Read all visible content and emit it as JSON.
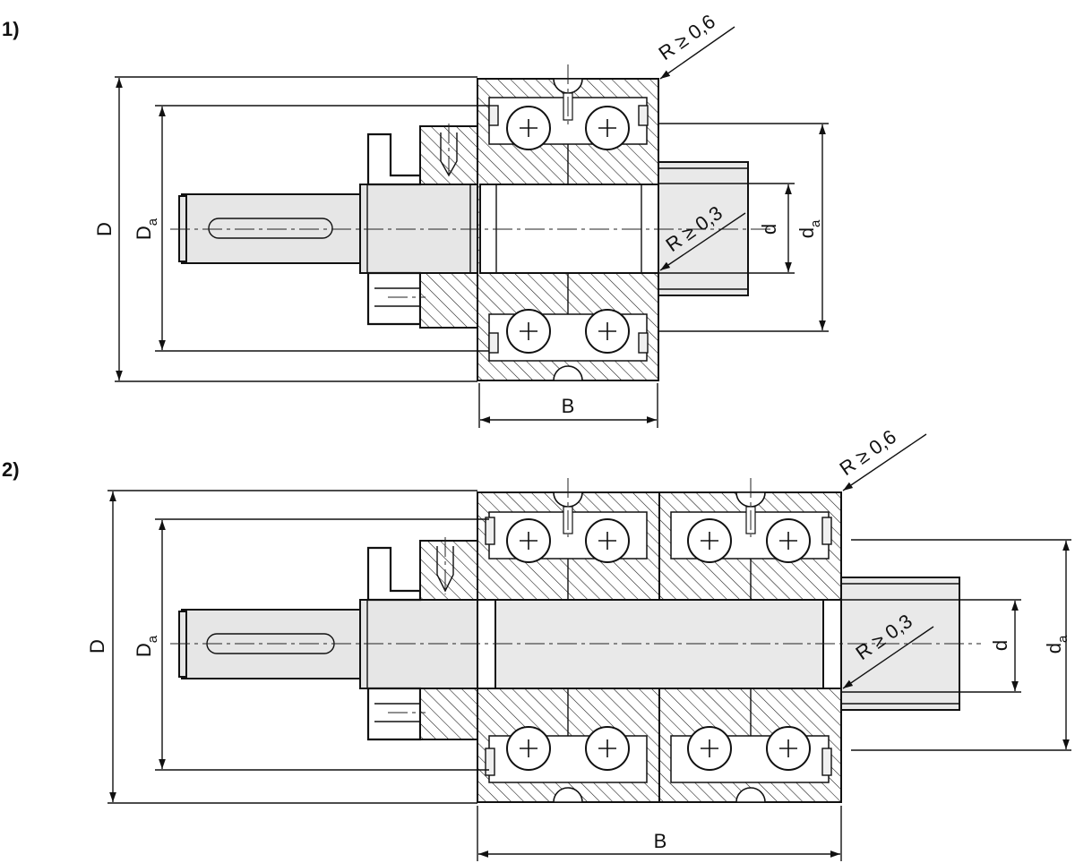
{
  "figures": [
    {
      "label": "1)",
      "dimensions": {
        "D": "D",
        "Da_main": "D",
        "Da_sub": "a",
        "d": "d",
        "da_main": "d",
        "da_sub": "a",
        "B": "B",
        "radius_outer": "R ≥ 0,6",
        "radius_inner": "R ≥ 0,3"
      }
    },
    {
      "label": "2)",
      "dimensions": {
        "D": "D",
        "Da_main": "D",
        "Da_sub": "a",
        "d": "d",
        "da_main": "d",
        "da_sub": "a",
        "B": "B",
        "radius_outer": "R ≥ 0,6",
        "radius_inner": "R ≥ 0,3"
      }
    }
  ]
}
